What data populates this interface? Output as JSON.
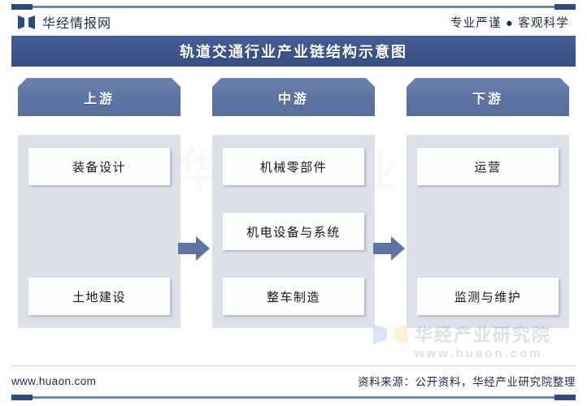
{
  "header": {
    "brand_name": "华经情报网",
    "brand_icon": "huaon-double-flag-icon",
    "tagline": "专业严谨 ● 客观科学"
  },
  "title": "轨道交通行业产业链结构示意图",
  "watermarks": {
    "background_text": "华经产业",
    "corner_name": "华经产业研究院",
    "corner_url": "www.huaon.com",
    "corner_icon": "huaon-brand-mark-icon"
  },
  "colors": {
    "banner": "#3c5489",
    "tab": "#5e75a3",
    "rail": "#6e86ad",
    "rail_cap": "#2e4a7d",
    "panel": "#dde0e8",
    "node": "#fdfdfe",
    "arrow": "#5e75a3"
  },
  "chart_data": {
    "type": "diagram",
    "title": "轨道交通行业产业链结构示意图",
    "stages": [
      {
        "label": "上游",
        "nodes": [
          "装备设计",
          "土地建设"
        ]
      },
      {
        "label": "中游",
        "nodes": [
          "机械零部件",
          "机电设备与系统",
          "整车制造"
        ]
      },
      {
        "label": "下游",
        "nodes": [
          "运营",
          "监测与维护"
        ]
      }
    ],
    "connectors": [
      {
        "from": "上游",
        "to": "中游",
        "icon": "right-arrow-icon"
      },
      {
        "from": "中游",
        "to": "下游",
        "icon": "right-arrow-icon"
      }
    ]
  },
  "footer": {
    "site_url": "www.huaon.com",
    "source_note": "资料来源：公开资料，华经产业研究院整理"
  }
}
